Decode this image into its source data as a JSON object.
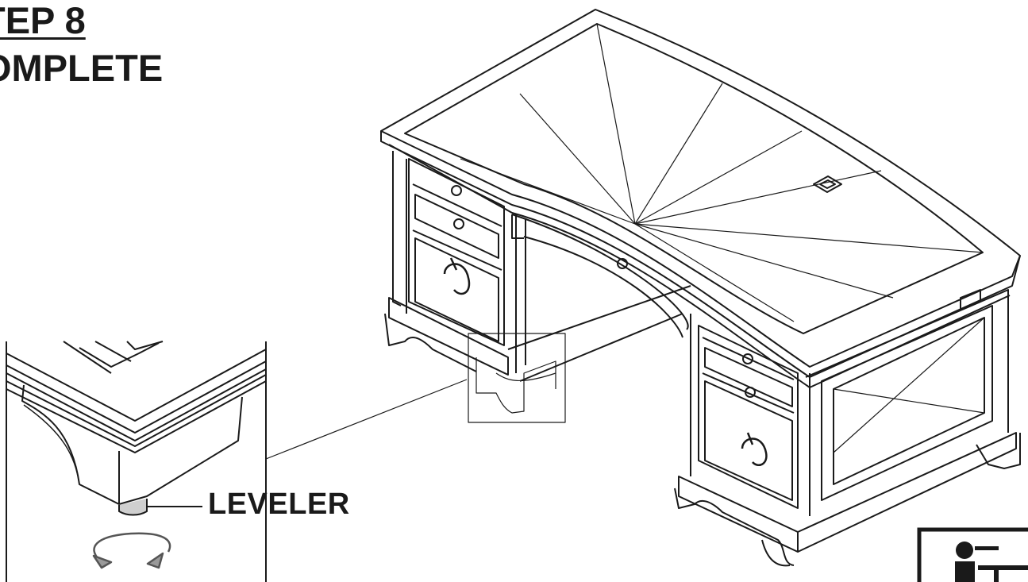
{
  "header": {
    "step_number": "TEP 8",
    "status": "OMPLETE"
  },
  "callout": {
    "label": "LEVELER"
  },
  "icons": {
    "rotation": "rotate-arrows-icon",
    "two_person": "two-person-assembly-icon"
  },
  "colors": {
    "line": "#1a1a1a",
    "background": "#ffffff"
  }
}
